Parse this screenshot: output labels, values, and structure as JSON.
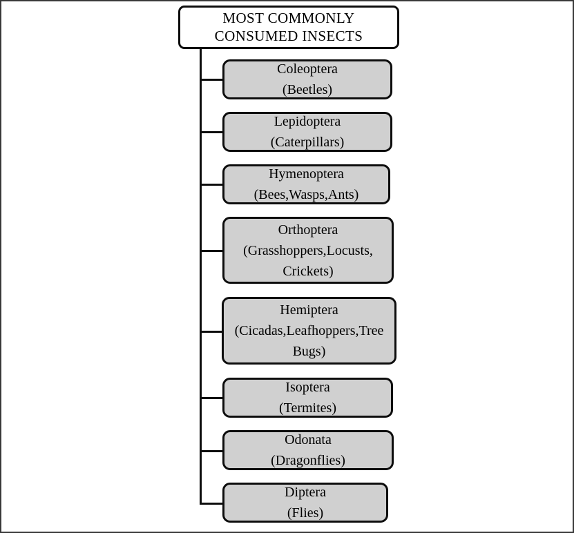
{
  "diagram": {
    "root": {
      "lines": [
        "MOST COMMONLY",
        "CONSUMED INSECTS"
      ],
      "fill": "#ffffff",
      "border": "#0d0d0d"
    },
    "node_fill": "#d0d0d0",
    "node_border": "#0d0d0d",
    "connector_color": "#0d0d0d",
    "canvas_border": "#3a3a3a",
    "nodes": [
      {
        "order": "Coleoptera",
        "common": "(Beetles)",
        "lines": [
          "Coleoptera",
          "(Beetles)"
        ]
      },
      {
        "order": "Lepidoptera",
        "common": "(Caterpillars)",
        "lines": [
          "Lepidoptera",
          "(Caterpillars)"
        ]
      },
      {
        "order": "Hymenoptera",
        "common": "(Bees,Wasps,Ants)",
        "lines": [
          "Hymenoptera",
          "(Bees,Wasps,Ants)"
        ]
      },
      {
        "order": "Orthoptera",
        "common": "(Grasshoppers,Locusts,Crickets)",
        "lines": [
          "Orthoptera",
          "(Grasshoppers,Locusts,",
          "Crickets)"
        ]
      },
      {
        "order": "Hemiptera",
        "common": "(Cicadas,Leafhoppers,Tree Bugs)",
        "lines": [
          "Hemiptera",
          "(Cicadas,Leafhoppers,Tree",
          "Bugs)"
        ]
      },
      {
        "order": "Isoptera",
        "common": "(Termites)",
        "lines": [
          "Isoptera",
          "(Termites)"
        ]
      },
      {
        "order": "Odonata",
        "common": "(Dragonflies)",
        "lines": [
          "Odonata",
          "(Dragonflies)"
        ]
      },
      {
        "order": "Diptera",
        "common": "(Flies)",
        "lines": [
          "Diptera",
          "(Flies)"
        ]
      }
    ]
  }
}
